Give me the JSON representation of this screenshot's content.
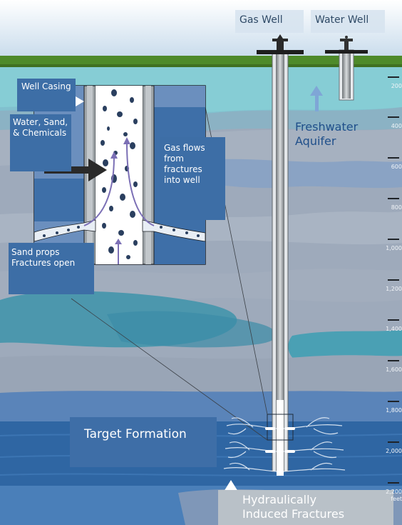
{
  "title_labels": {
    "gas_well": "Gas Well",
    "water_well": "Water Well"
  },
  "callouts": {
    "well_casing": "Well Casing",
    "water_sand_chemicals": "Water, Sand, & Chemicals",
    "gas_flows": "Gas flows from fractures into well",
    "sand_props": "Sand props Fractures open",
    "freshwater_aquifer": "Freshwater Aquifer",
    "target_formation": "Target Formation",
    "hydraulic_fractures": "Hydraulically Induced Fractures"
  },
  "depth_scale": {
    "ticks": [
      "200",
      "400",
      "600",
      "800",
      "1,000",
      "1,200",
      "1,400",
      "1,600",
      "1,800",
      "2,000",
      "2,200"
    ],
    "unit": "feet"
  },
  "colors": {
    "sky_top": "#ffffff",
    "sky_bottom": "#c9dcec",
    "ground": "#4e8a2a",
    "aquifer": "#7cc7d0",
    "rock_gray": "#9aa8b8",
    "rock_blue": "#5b86bf",
    "target_blue": "#2f66a3",
    "label_box": "#3d6ea6",
    "frac_label_box": "#b9c1c8",
    "arrow_blue": "#7fa6d6",
    "arrow_dark": "#222222"
  },
  "icons": [
    "gas-wellhead-icon",
    "water-wellhead-icon",
    "arrow-right-white-icon",
    "arrow-right-dark-icon",
    "arrow-up-blue-icon",
    "arrow-up-white-icon",
    "fracture-icon"
  ]
}
